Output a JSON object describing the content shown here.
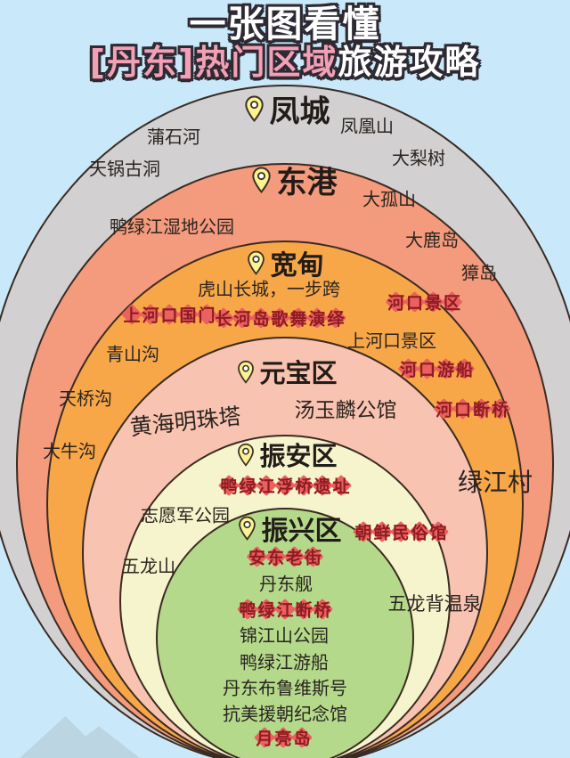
{
  "title": {
    "line1": "一张图看懂",
    "line2_highlight": "[丹东]热门区域",
    "line2_rest": "旅游攻略"
  },
  "colors": {
    "sky": "#c9e9fa",
    "ring_border": "#3a2b22",
    "stamp_diamond": "#ea615e",
    "stamp_text": "#8e1c22",
    "title_pink": "#f2a0b5",
    "pin_fill": "#fbf292"
  },
  "regions": [
    {
      "id": "fengcheng",
      "name": "凤城",
      "ring_color": "#d2d0d1",
      "items": [
        {
          "text": "蒲石河",
          "stamp": false
        },
        {
          "text": "凤凰山",
          "stamp": false
        },
        {
          "text": "天锅古洞",
          "stamp": false
        },
        {
          "text": "大梨树",
          "stamp": false
        }
      ]
    },
    {
      "id": "donggang",
      "name": "东港",
      "ring_color": "#f49a7d",
      "items": [
        {
          "text": "大孤山",
          "stamp": false
        },
        {
          "text": "鸭绿江湿地公园",
          "stamp": false
        },
        {
          "text": "大鹿岛",
          "stamp": false
        },
        {
          "text": "獐岛",
          "stamp": false
        }
      ]
    },
    {
      "id": "kuandian",
      "name": "宽甸",
      "ring_color": "#f8a748",
      "items": [
        {
          "text": "虎山长城，一步跨",
          "stamp": false
        },
        {
          "text": "上河口国门",
          "stamp": true
        },
        {
          "text": "长河岛歌舞演绎",
          "stamp": true
        },
        {
          "text": "河口景区",
          "stamp": true
        },
        {
          "text": "青山沟",
          "stamp": false
        },
        {
          "text": "上河口景区",
          "stamp": false
        },
        {
          "text": "河口游船",
          "stamp": true
        },
        {
          "text": "天桥沟",
          "stamp": false
        },
        {
          "text": "河口断桥",
          "stamp": true
        },
        {
          "text": "大牛沟",
          "stamp": false
        },
        {
          "text": "绿江村",
          "stamp": false
        }
      ]
    },
    {
      "id": "yuanbao",
      "name": "元宝区",
      "ring_color": "#f9c3b1",
      "items": [
        {
          "text": "黄海明珠塔",
          "stamp": false
        },
        {
          "text": "汤玉麟公馆",
          "stamp": false
        }
      ]
    },
    {
      "id": "zhenan",
      "name": "振安区",
      "ring_color": "#f6f4cd",
      "items": [
        {
          "text": "鸭绿江浮桥遗址",
          "stamp": true
        },
        {
          "text": "志愿军公园",
          "stamp": false
        },
        {
          "text": "朝鲜民俗馆",
          "stamp": true
        },
        {
          "text": "五龙山",
          "stamp": false
        },
        {
          "text": "五龙背温泉",
          "stamp": false
        }
      ]
    },
    {
      "id": "zhenxing",
      "name": "振兴区",
      "ring_color": "#b5d98a",
      "items": [
        {
          "text": "安东老街",
          "stamp": true
        },
        {
          "text": "丹东舰",
          "stamp": false
        },
        {
          "text": "鸭绿江断桥",
          "stamp": true
        },
        {
          "text": "锦江山公园",
          "stamp": false
        },
        {
          "text": "鸭绿江游船",
          "stamp": false
        },
        {
          "text": "丹东布鲁维斯号",
          "stamp": false
        },
        {
          "text": "抗美援朝纪念馆",
          "stamp": false
        },
        {
          "text": "月亮岛",
          "stamp": true
        }
      ]
    }
  ]
}
